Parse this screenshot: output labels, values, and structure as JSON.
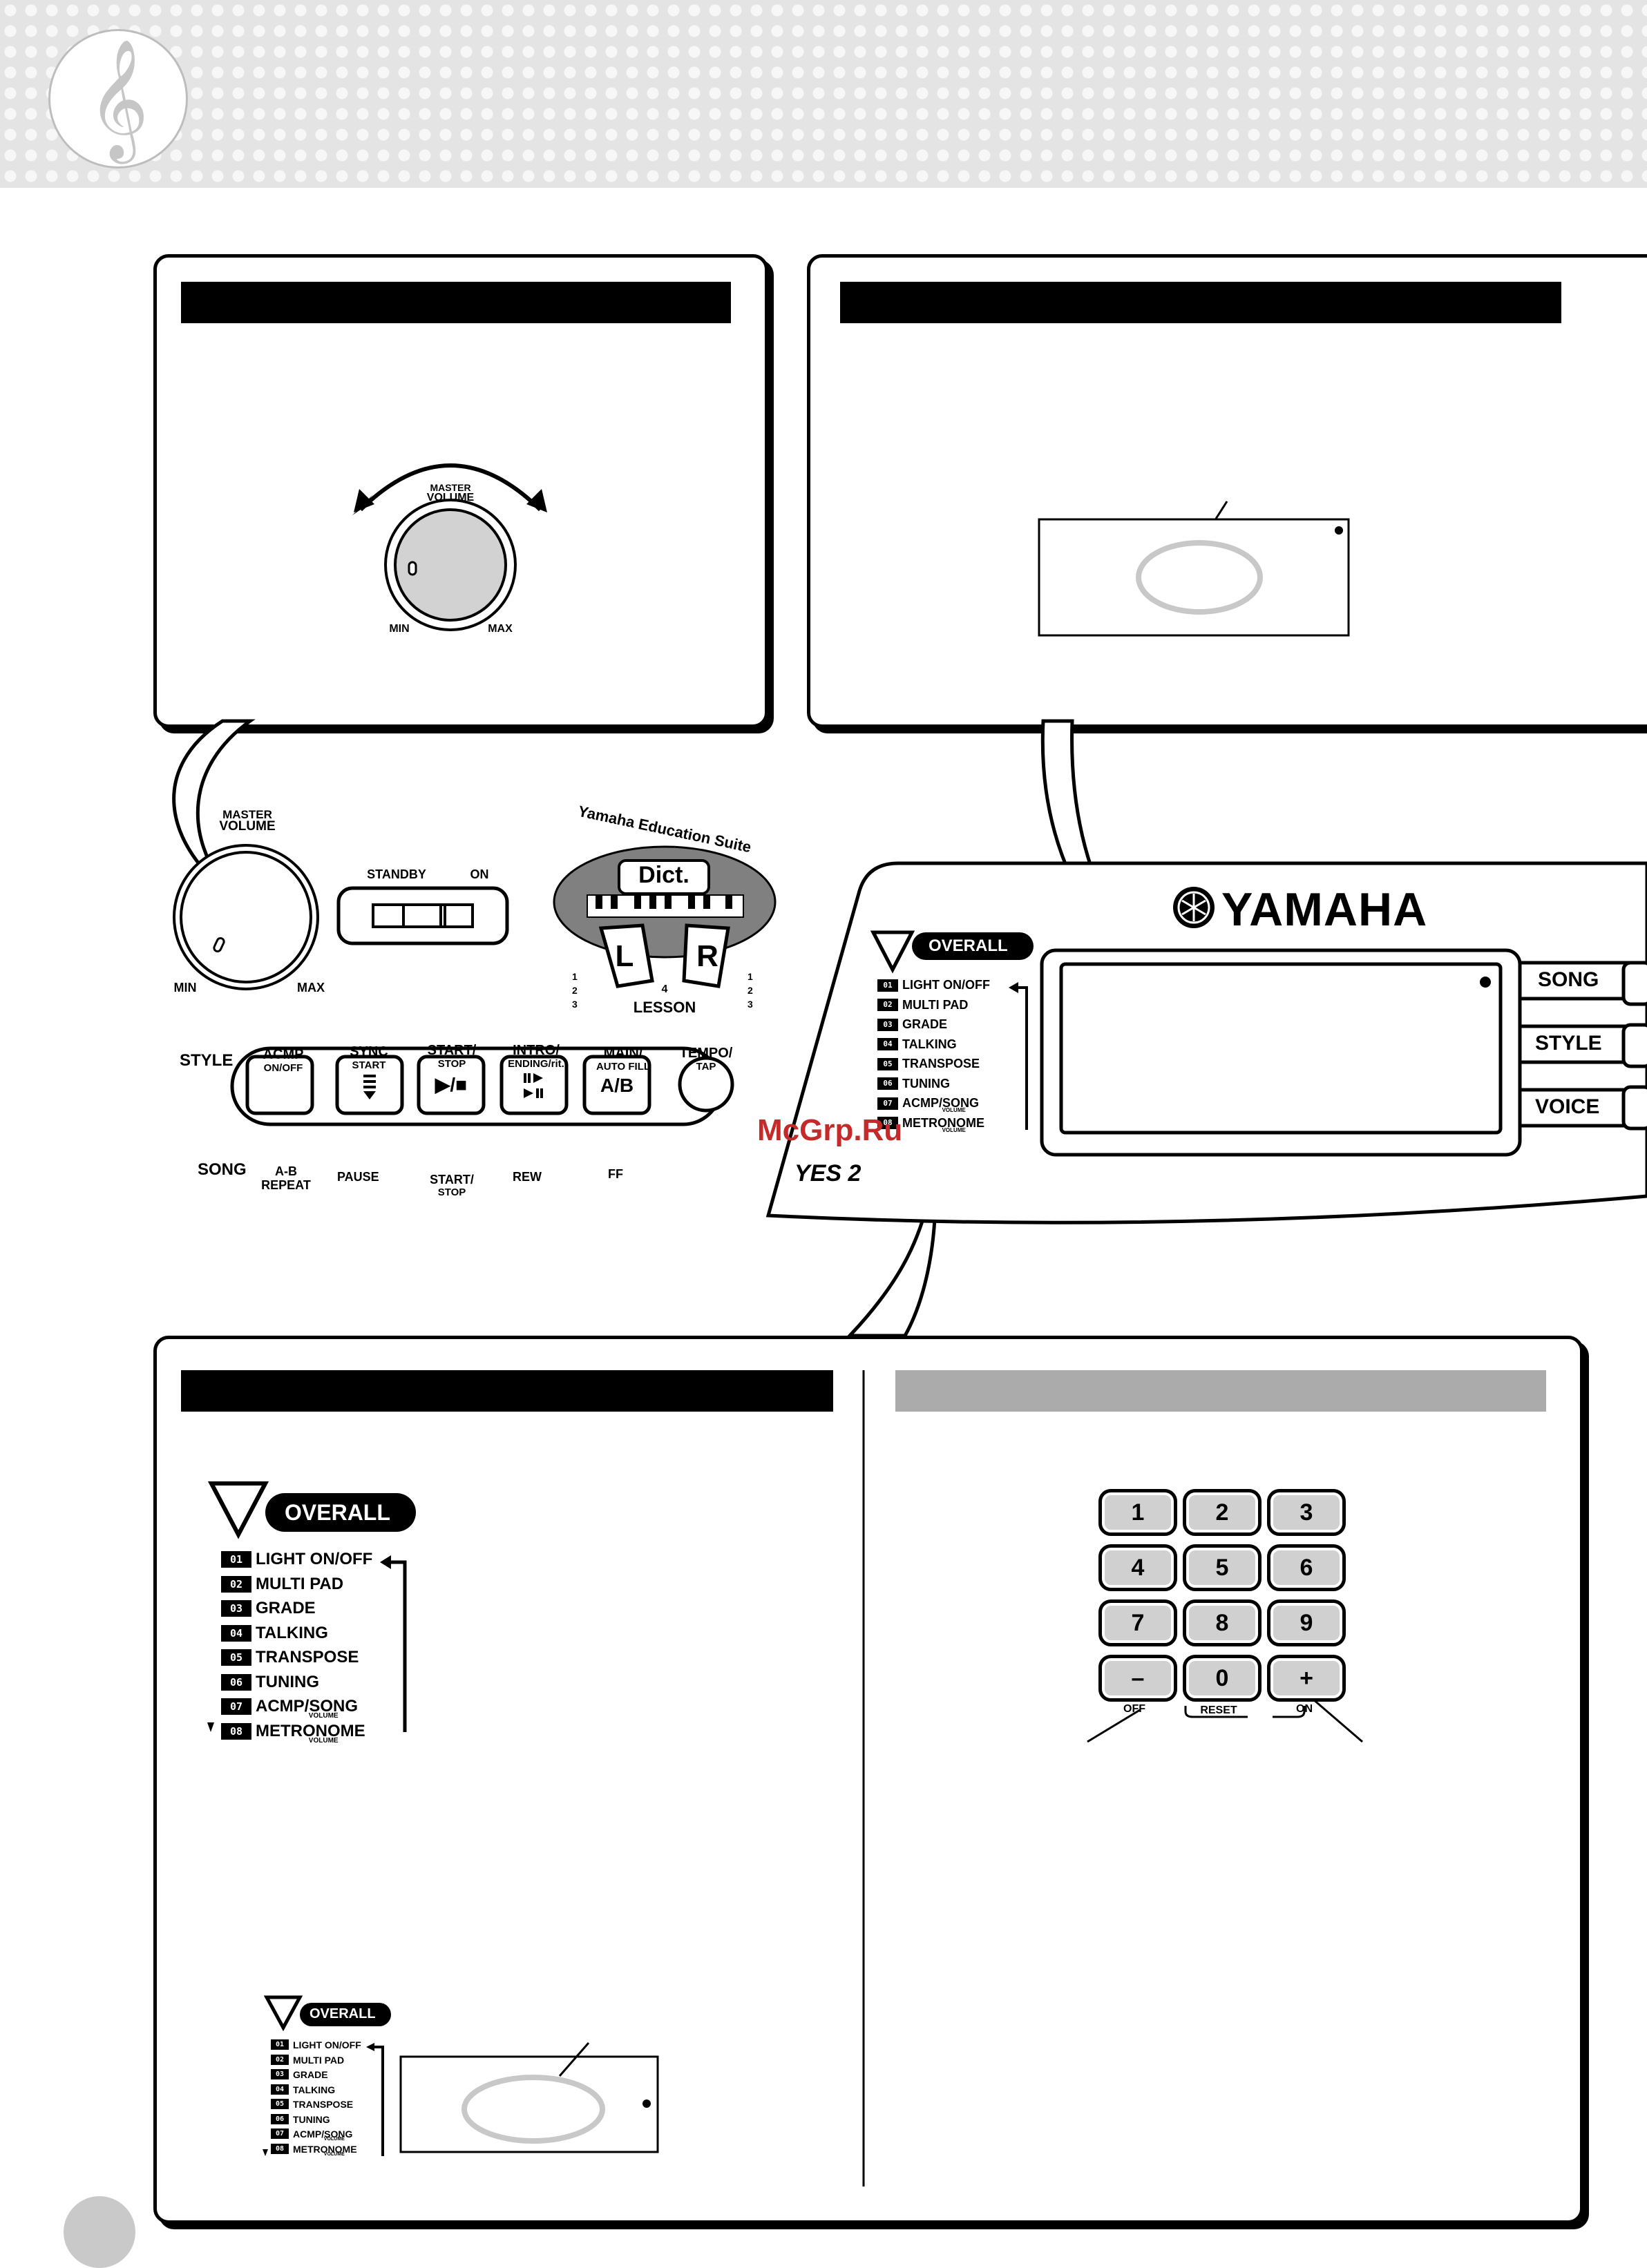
{
  "header": {
    "clef_icon": "treble-clef-icon",
    "glyph": "𝄞"
  },
  "volume_panel": {
    "knob_label_top": "MASTER",
    "knob_label_bottom": "VOLUME",
    "min": "MIN",
    "max": "MAX"
  },
  "control_panel": {
    "master": "MASTER",
    "volume": "VOLUME",
    "min": "MIN",
    "max": "MAX",
    "standby": "STANDBY",
    "on": "ON",
    "education_suite": "Yamaha Education Suite",
    "dict": "Dict.",
    "lesson_l": "L",
    "lesson_r": "R",
    "lesson": "LESSON",
    "lesson_step": "4",
    "steps": [
      "1",
      "2",
      "3"
    ],
    "style": "STYLE",
    "song": "SONG",
    "acmp": "ACMP",
    "acmp_sub": "ON/OFF",
    "sync": "SYNC",
    "sync_sub": "START",
    "start_stop": "START/",
    "stop": "STOP",
    "intro": "INTRO/",
    "intro_sub": "ENDING/rit.",
    "main": "MAIN/",
    "main_sub": "AUTO FILL",
    "tempo": "TEMPO/",
    "tempo_sub": "TAP",
    "ab": "A-B",
    "repeat": "REPEAT",
    "pause": "PAUSE",
    "rew": "REW",
    "ff": "FF",
    "btn_play": "▶/■",
    "btn_ab": "A/B"
  },
  "keyboard": {
    "brand": "YAMAHA",
    "overall": "OVERALL",
    "song_btn": "SONG",
    "style_btn": "STYLE",
    "voice_btn": "VOICE",
    "yes2_logo": "YES 2"
  },
  "overall_menu": {
    "title": "OVERALL",
    "items": [
      {
        "num": "01",
        "label": "LIGHT ON/OFF",
        "sub": ""
      },
      {
        "num": "02",
        "label": "MULTI PAD",
        "sub": ""
      },
      {
        "num": "03",
        "label": "GRADE",
        "sub": ""
      },
      {
        "num": "04",
        "label": "TALKING",
        "sub": ""
      },
      {
        "num": "05",
        "label": "TRANSPOSE",
        "sub": ""
      },
      {
        "num": "06",
        "label": "TUNING",
        "sub": ""
      },
      {
        "num": "07",
        "label": "ACMP/SONG",
        "sub": "VOLUME"
      },
      {
        "num": "08",
        "label": "METRONOME",
        "sub": "VOLUME"
      }
    ]
  },
  "keypad": {
    "keys": [
      "1",
      "2",
      "3",
      "4",
      "5",
      "6",
      "7",
      "8",
      "9",
      "–",
      "0",
      "+"
    ],
    "off": "OFF",
    "reset": "RESET",
    "on": "ON"
  },
  "watermark": "McGrp.Ru"
}
